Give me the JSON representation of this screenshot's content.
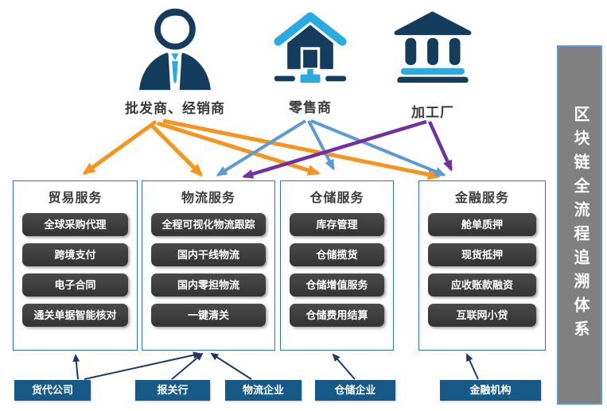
{
  "entities": [
    {
      "label": "批发商、经销商",
      "icon": "businessman-icon"
    },
    {
      "label": "零售商",
      "icon": "networked-house-icon"
    },
    {
      "label": "加工厂",
      "icon": "bank-icon"
    }
  ],
  "service_boxes": [
    {
      "title": "贸易服务",
      "items": [
        "全球采购代理",
        "跨境支付",
        "电子合同",
        "通关单据智能核对"
      ]
    },
    {
      "title": "物流服务",
      "items": [
        "全程可视化物流跟踪",
        "国内干线物流",
        "国内零担物流",
        "一键清关"
      ]
    },
    {
      "title": "仓储服务",
      "items": [
        "库存管理",
        "仓储揽货",
        "仓储增值服务",
        "仓储费用结算"
      ]
    },
    {
      "title": "金融服务",
      "items": [
        "舱单质押",
        "现货抵押",
        "应收账款融资",
        "互联网小贷"
      ]
    }
  ],
  "bottom_boxes": [
    "货代公司",
    "报关行",
    "物流企业",
    "仓储企业",
    "金融机构"
  ],
  "side_banner": "区块链全流程追溯体系",
  "connections": {
    "批发商、经销商": [
      "贸易服务",
      "物流服务",
      "仓储服务",
      "金融服务"
    ],
    "零售商": [
      "物流服务",
      "仓储服务",
      "金融服务"
    ],
    "加工厂": [
      "物流服务",
      "金融服务"
    ],
    "货代公司": [
      "贸易服务",
      "物流服务"
    ],
    "报关行": [
      "物流服务"
    ],
    "物流企业": [
      "物流服务"
    ],
    "仓储企业": [
      "仓储服务"
    ],
    "金融机构": [
      "金融服务"
    ]
  },
  "colors": {
    "arrow_orange": "#F7941D",
    "arrow_blue": "#5B9BD5",
    "arrow_purple": "#7030A0",
    "arrow_navy": "#1F3864",
    "icon_navy": "#143D5D",
    "icon_light_blue": "#29ABE2",
    "box_border": "#2E75B6",
    "chip_bg": "#3A3A3A",
    "bottom_box_bg": "#175A88",
    "banner_bg": "#808080",
    "banner_border": "#5B9BD5"
  }
}
